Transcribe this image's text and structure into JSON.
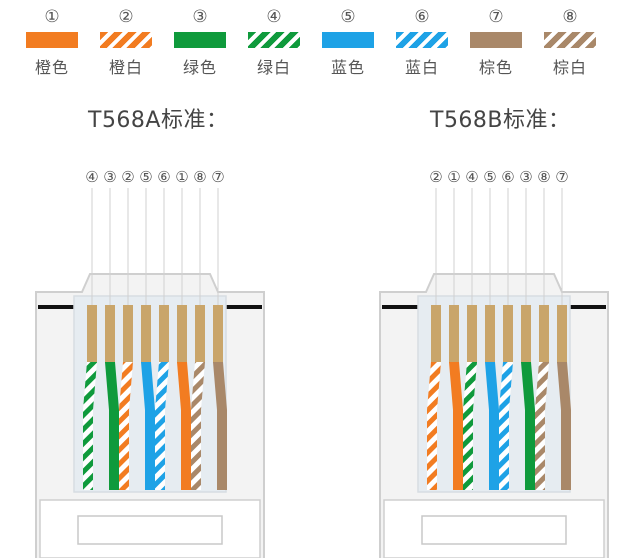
{
  "legend": [
    {
      "num": "①",
      "label": "橙色",
      "color": "#f27c21",
      "striped": false
    },
    {
      "num": "②",
      "label": "橙白",
      "color": "#f27c21",
      "striped": true
    },
    {
      "num": "③",
      "label": "绿色",
      "color": "#0f9a3c",
      "striped": false
    },
    {
      "num": "④",
      "label": "绿白",
      "color": "#0f9a3c",
      "striped": true
    },
    {
      "num": "⑤",
      "label": "蓝色",
      "color": "#1ea2e6",
      "striped": false
    },
    {
      "num": "⑥",
      "label": "蓝白",
      "color": "#1ea2e6",
      "striped": true
    },
    {
      "num": "⑦",
      "label": "棕色",
      "color": "#a98869",
      "striped": false
    },
    {
      "num": "⑧",
      "label": "棕白",
      "color": "#a98869",
      "striped": true
    }
  ],
  "standards": [
    {
      "title": "T568A标准：",
      "order": [
        4,
        3,
        2,
        5,
        6,
        1,
        8,
        7
      ]
    },
    {
      "title": "T568B标准：",
      "order": [
        2,
        1,
        4,
        5,
        6,
        3,
        8,
        7
      ]
    }
  ],
  "colors": {
    "pin_gold": "#c9a56a",
    "housing_edge": "#cfcfcf",
    "housing_fill": "#f3f3f3",
    "inner_fill": "#e6ecf1",
    "latch_bar": "#111111"
  }
}
